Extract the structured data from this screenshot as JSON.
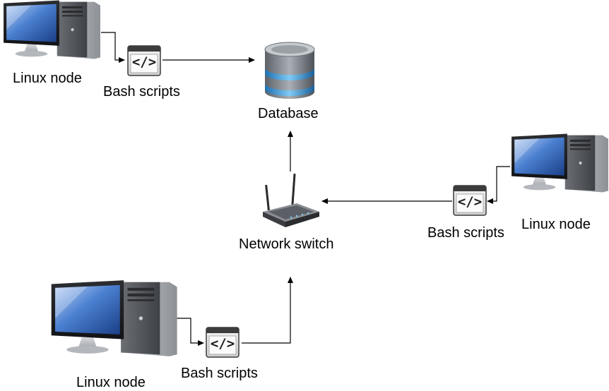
{
  "nodes": {
    "pc_top_left": {
      "label": "Linux node",
      "icon": "desktop-computer-icon"
    },
    "pc_right": {
      "label": "Linux node",
      "icon": "desktop-computer-icon"
    },
    "pc_bottom": {
      "label": "Linux node",
      "icon": "desktop-computer-icon"
    },
    "script_top": {
      "label": "Bash scripts",
      "icon": "code-script-icon",
      "glyph": "</>"
    },
    "script_right": {
      "label": "Bash scripts",
      "icon": "code-script-icon",
      "glyph": "</>"
    },
    "script_bottom": {
      "label": "Bash scripts",
      "icon": "code-script-icon",
      "glyph": "</>"
    },
    "database": {
      "label": "Database",
      "icon": "database-icon"
    },
    "switch": {
      "label": "Network switch",
      "icon": "router-icon"
    }
  },
  "edges": [
    {
      "from": "pc_top_left",
      "to": "script_top"
    },
    {
      "from": "script_top",
      "to": "database"
    },
    {
      "from": "pc_right",
      "to": "script_right"
    },
    {
      "from": "script_right",
      "to": "switch"
    },
    {
      "from": "pc_bottom",
      "to": "script_bottom"
    },
    {
      "from": "script_bottom",
      "to": "switch"
    },
    {
      "from": "switch",
      "to": "database"
    }
  ],
  "colors": {
    "screen_blue": "#2f5fb3",
    "tower_gray": "#5a5d62",
    "db_body": "#6e747a",
    "db_band": "#3aa0e0",
    "line": "#000000"
  }
}
